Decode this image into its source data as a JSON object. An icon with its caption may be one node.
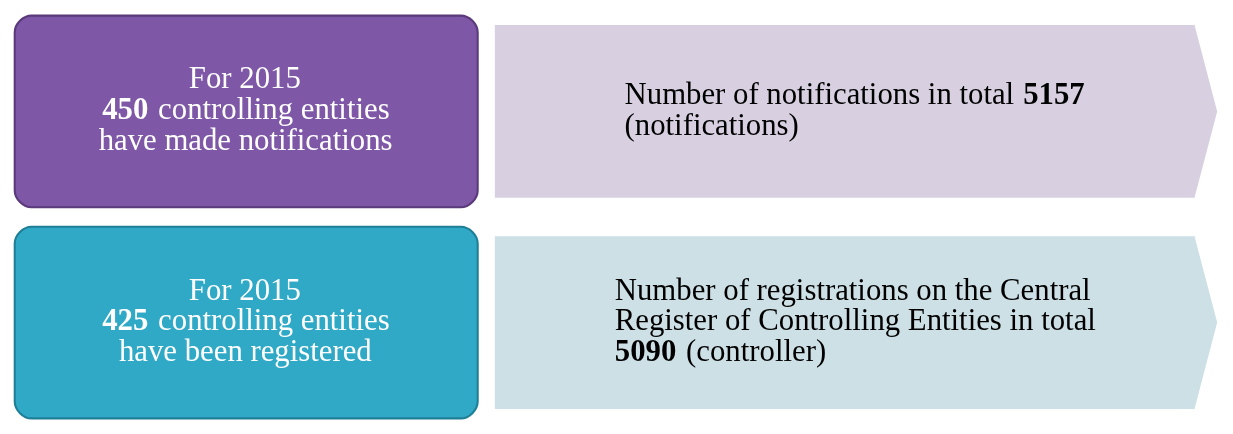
{
  "diagram": {
    "nodes": [
      {
        "text": [
          "For 2015",
          "**450** controlling entities have made notifications"
        ]
      },
      {
        "text": [
          "Number of notifications in total **5157** (notifications)"
        ]
      },
      {
        "text": [
          "For 2015",
          "**425** controlling entities have been registered"
        ]
      },
      {
        "text": [
          "Number of registrations on the Central Register of Controlling Entities in total **5090** (controller)"
        ]
      }
    ]
  }
}
